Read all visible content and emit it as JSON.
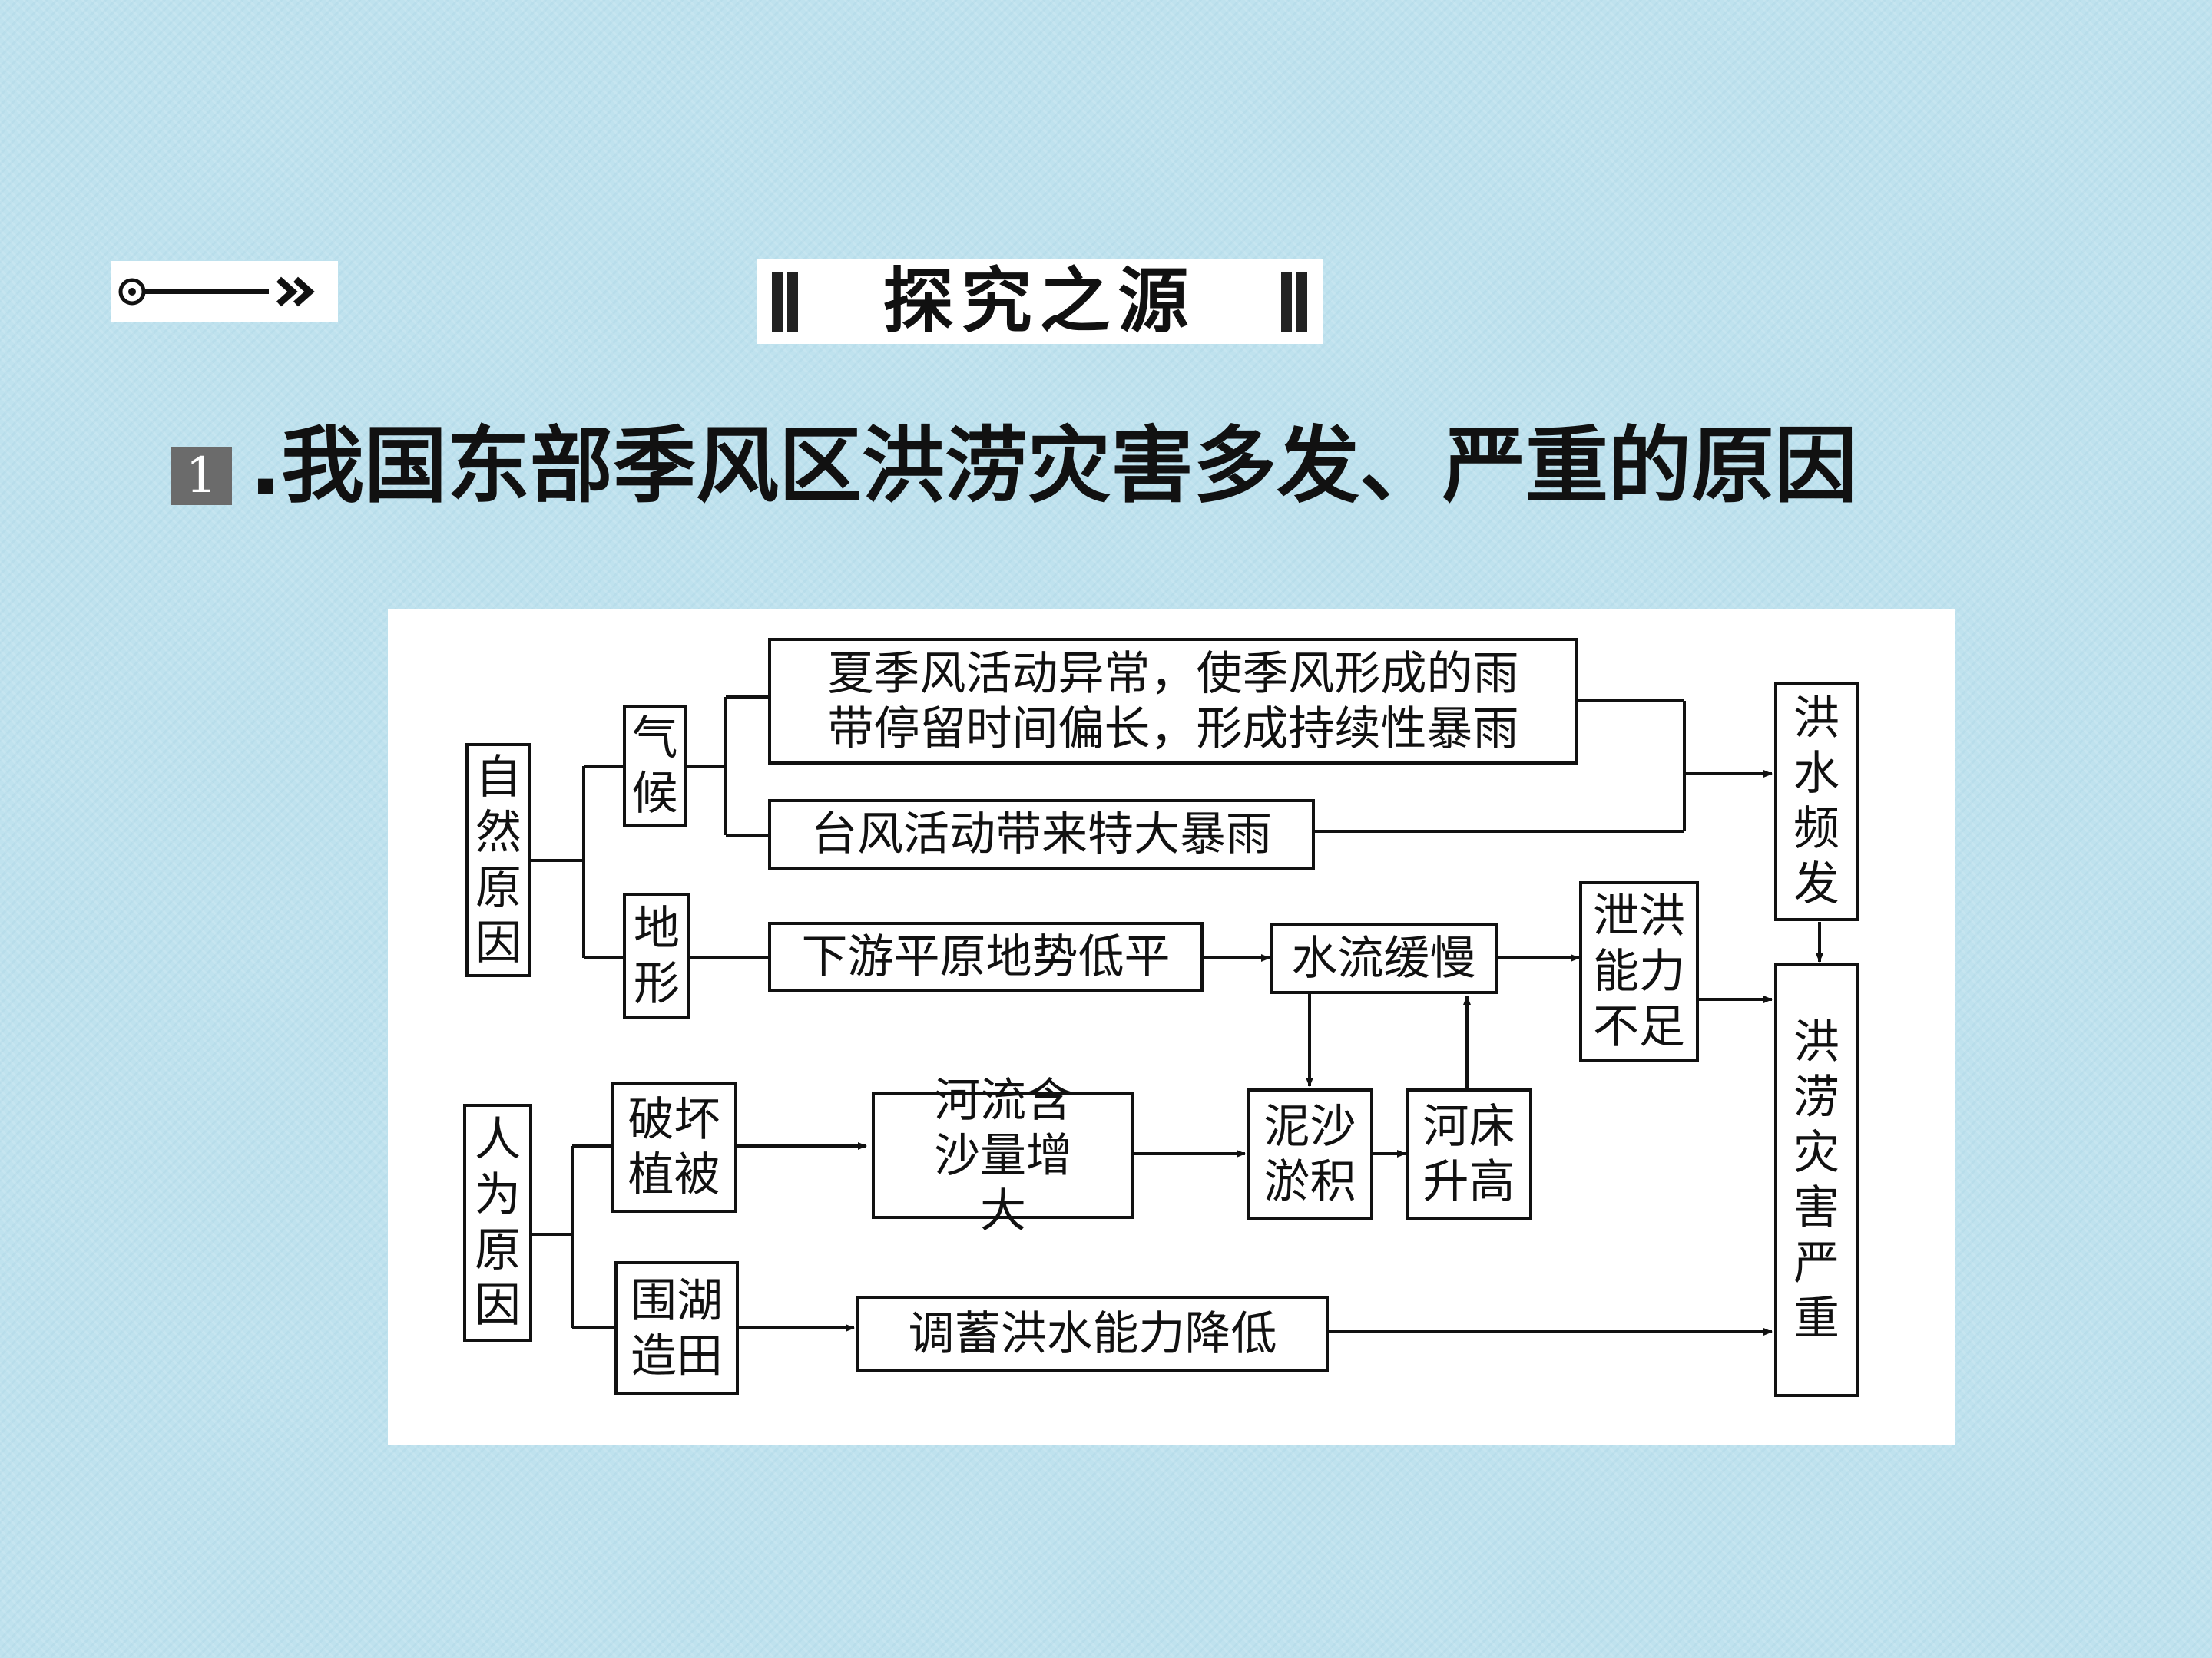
{
  "header": {
    "banner_title": "探究之源"
  },
  "heading": {
    "number": "1",
    "title": ".我国东部季风区洪涝灾害多发、严重的原因"
  },
  "diagram": {
    "natural_causes": "自然原因",
    "human_causes": "人为原因",
    "climate": "气候",
    "terrain": "地形",
    "monsoon_anomaly_line1": "夏季风活动异常，使季风形成的雨",
    "monsoon_anomaly_line2": "带停留时间偏长，形成持续性暴雨",
    "typhoon_rain": "台风活动带来特大暴雨",
    "lower_plain": "下游平原地势低平",
    "slow_flow": "水流缓慢",
    "poor_drainage": "泄洪能力不足",
    "destroy_vegetation": "破坏植被",
    "high_sediment": "河流含沙量增大",
    "silt_deposit": "泥沙淤积",
    "riverbed_rise": "河床升高",
    "reclaim_lakes": "围湖造田",
    "reduced_storage": "调蓄洪水能力降低",
    "frequent_floods": "洪水频发",
    "severe_disasters": "洪涝灾害严重"
  },
  "colors": {
    "background": "#bfe2ee",
    "panel": "#ffffff",
    "line": "#111111",
    "number_badge": "#6b6b6b"
  },
  "icons": [
    "target-arrow-icon"
  ]
}
